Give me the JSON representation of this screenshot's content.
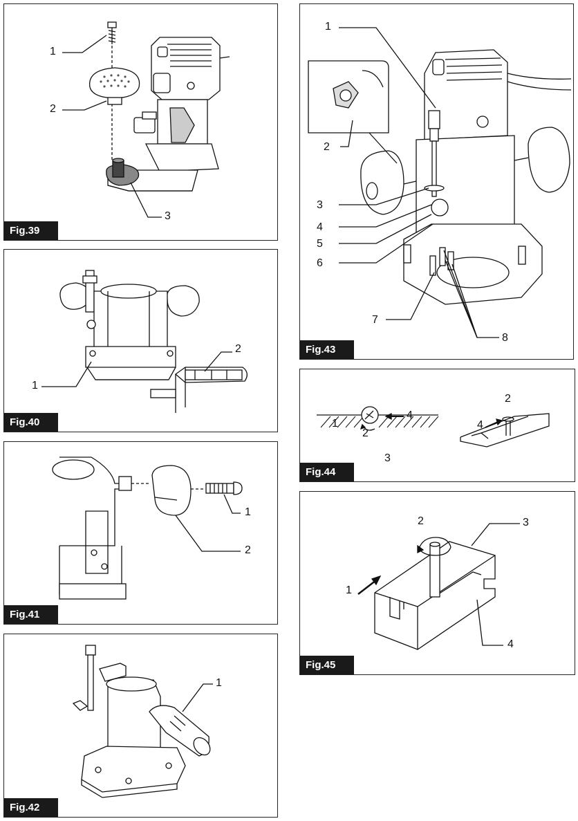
{
  "figures": {
    "fig39": {
      "tag": "Fig.39",
      "callouts": [
        "1",
        "2",
        "3"
      ]
    },
    "fig40": {
      "tag": "Fig.40",
      "callouts": [
        "1",
        "2"
      ]
    },
    "fig41": {
      "tag": "Fig.41",
      "callouts": [
        "1",
        "2"
      ]
    },
    "fig42": {
      "tag": "Fig.42",
      "callouts": [
        "1"
      ]
    },
    "fig43": {
      "tag": "Fig.43",
      "callouts": [
        "1",
        "2",
        "3",
        "4",
        "5",
        "6",
        "7",
        "8"
      ]
    },
    "fig44": {
      "tag": "Fig.44",
      "callouts": [
        "1",
        "2",
        "3",
        "4",
        "2",
        "4"
      ]
    },
    "fig45": {
      "tag": "Fig.45",
      "callouts": [
        "1",
        "2",
        "3",
        "4"
      ]
    }
  }
}
